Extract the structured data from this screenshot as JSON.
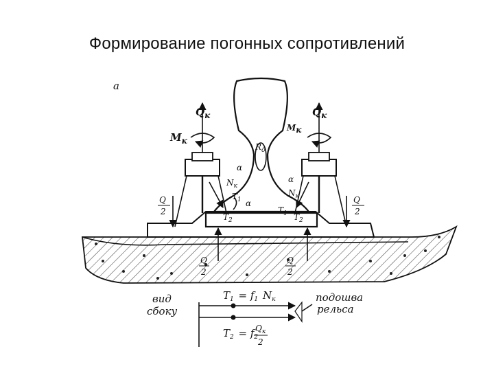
{
  "slide": {
    "title": "Формирование погонных сопротивлений"
  },
  "diagram": {
    "corner_label": "а",
    "loads": {
      "vertical_force": "Q",
      "moment": "M",
      "subscript_k": "к",
      "half_numerator": "Q",
      "half_denominator": "2"
    },
    "rail_force": "R",
    "rail_force_sub": "д",
    "angle": "α",
    "friction_1": "T",
    "friction_2": "T",
    "sub_1": "1",
    "sub_2": "2",
    "normal_force": "N",
    "side_view": [
      "вид",
      "сбоку"
    ],
    "rail_base": [
      "подошва",
      "рельса"
    ],
    "formula_1": {
      "lhs": "T",
      "lhs_sub": "1",
      "rhs": "= f",
      "rhs_sub": "1",
      "tail": "N",
      "tail_sub": "к"
    },
    "formula_2": {
      "lhs": "T",
      "lhs_sub": "2",
      "rhs": "= f",
      "rhs_sub": "2",
      "frac_num": "Q",
      "frac_num_sub": "к",
      "frac_den": "2"
    }
  }
}
